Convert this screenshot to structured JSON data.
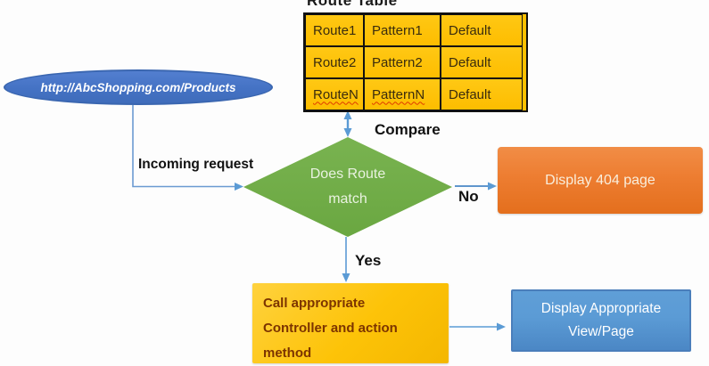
{
  "title": "Route Table",
  "route_table": {
    "rows": [
      [
        "Route1",
        "Pattern1",
        "Default"
      ],
      [
        "Route2",
        "Pattern2",
        "Default"
      ],
      [
        "RouteN",
        "PatternN",
        "Default"
      ]
    ]
  },
  "url_ellipse": {
    "label": "http://AbcShopping.com/Products"
  },
  "diamond": {
    "label": "Does Route match"
  },
  "labels": {
    "compare": "Compare",
    "incoming_request": "Incoming request",
    "no": "No",
    "yes": "Yes"
  },
  "boxes": {
    "display_404": "Display 404 page",
    "call_controller": "Call appropriate Controller and action method",
    "display_view_line1": "Display Appropriate",
    "display_view_line2": "View/Page"
  },
  "colors": {
    "table_fill": "#FFC000",
    "ellipse_fill": "#4472C4",
    "diamond_fill": "#70AD47",
    "box_404_fill": "#ED7D31",
    "box_call_fill": "#FFC000",
    "box_view_fill": "#5B9BD5",
    "connector": "#5B9BD5",
    "misspell_underline": "#E03A00"
  }
}
